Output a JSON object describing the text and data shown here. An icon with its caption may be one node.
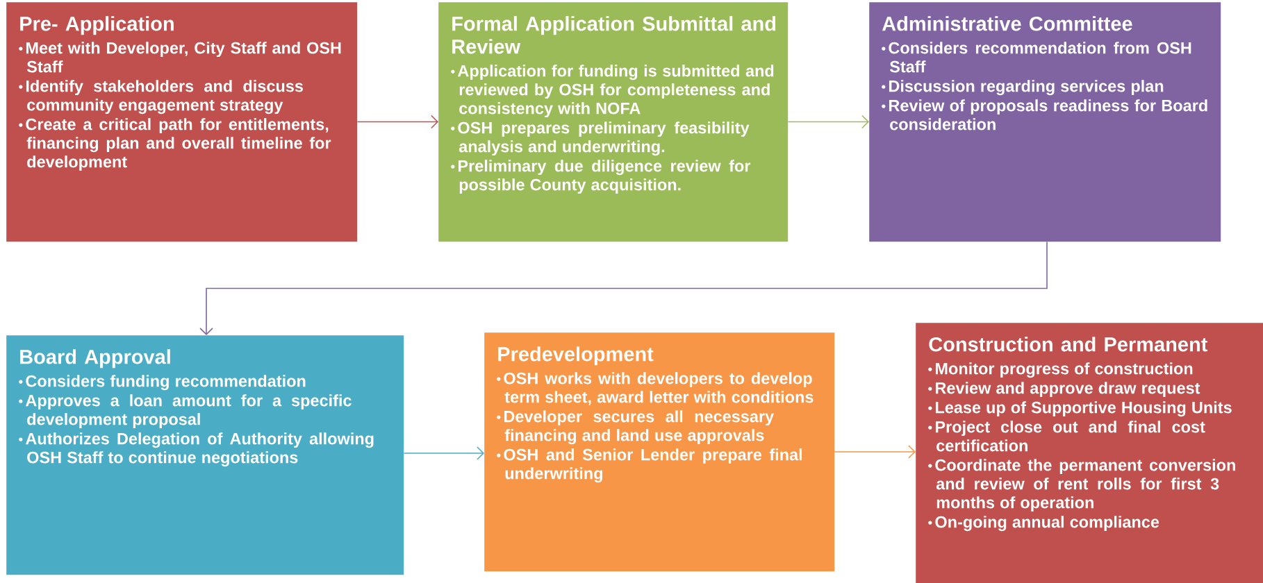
{
  "diagram": {
    "nodes": [
      {
        "text": [
          "Pre- Application",
          "Meet with Developer, City Staff and OSH Staff",
          "Identify stakeholders and discuss community engagement strategy",
          "Create a critical path for entitlements, financing plan and overall timeline for development"
        ]
      },
      {
        "text": [
          "Formal Application Submittal and Review",
          "Application for funding is submitted and reviewed by OSH for completeness and consistency with NOFA",
          "OSH prepares preliminary feasibility analysis and underwriting.",
          "Preliminary due diligence review for possible County acquisition."
        ]
      },
      {
        "text": [
          "Administrative Committee",
          "Considers recommendation from OSH Staff",
          "Discussion regarding services plan",
          "Review of proposals readiness for Board consideration"
        ]
      },
      {
        "text": [
          "Board Approval",
          "Considers funding recommendation",
          "Approves a loan amount for a specific development proposal",
          "Authorizes Delegation of Authority allowing OSH Staff to continue negotiations"
        ]
      },
      {
        "text": [
          "Predevelopment",
          "OSH works with developers to develop term sheet, award letter with conditions",
          "Developer secures all necessary financing and land use approvals",
          "OSH and Senior Lender prepare final underwriting"
        ]
      },
      {
        "text": [
          "Construction and Permanent",
          "Monitor progress of construction",
          "Review and approve draw request",
          "Lease up of Supportive Housing Units",
          "Project close out and final cost certification",
          "Coordinate the permanent conversion and review of rent rolls for first 3 months of operation",
          "On-going annual compliance"
        ]
      }
    ],
    "edges": [
      {
        "from": 0,
        "to": 1,
        "arrow": "to",
        "color": "#c0504d"
      },
      {
        "from": 1,
        "to": 2,
        "arrow": "to",
        "color": "#9bbb59"
      },
      {
        "from": 2,
        "to": 3,
        "arrow": "to",
        "color": "#8064a2"
      },
      {
        "from": 3,
        "to": 4,
        "arrow": "to",
        "color": "#4bacc6"
      },
      {
        "from": 4,
        "to": 5,
        "arrow": "to",
        "color": "#f79646"
      }
    ]
  }
}
